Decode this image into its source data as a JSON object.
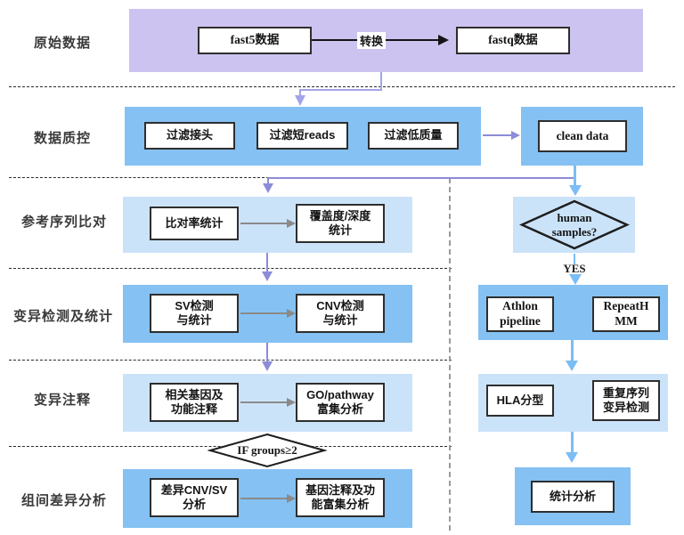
{
  "row1": {
    "label": "原始数据",
    "source": "fast5数据",
    "edge_label": "转换",
    "target": "fastq数据"
  },
  "row2": {
    "label": "数据质控",
    "steps": [
      "过滤接头",
      "过滤短reads",
      "过滤低质量"
    ],
    "output": "clean data"
  },
  "row3": {
    "label": "参考序列比对",
    "nodes": [
      "比对率统计",
      "覆盖度/深度\n统计"
    ]
  },
  "row4": {
    "label": "变异检测及统计",
    "nodes": [
      "SV检测\n与统计",
      "CNV检测\n与统计"
    ]
  },
  "row5": {
    "label": "变异注释",
    "nodes": [
      "相关基因及\n功能注释",
      "GO/pathway\n富集分析"
    ]
  },
  "condition": "IF groups≥2",
  "row6": {
    "label": "组间差异分析",
    "nodes": [
      "差异CNV/SV\n分析",
      "基因注释及功\n能富集分析"
    ]
  },
  "right": {
    "decision": "human\nsamples?",
    "yes": "YES",
    "tools": [
      "Athlon\npipeline",
      "RepeatH\nMM"
    ],
    "typing": [
      "HLA分型",
      "重复序列\n变异检测"
    ],
    "final": "统计分析"
  },
  "colors": {
    "raw_band": "#cdc3f1",
    "qc_band": "#85c1f2",
    "light_band": "#cbe3f9",
    "purple_arrow": "#8c8cd8",
    "blue_arrow": "#7bbdf4",
    "gray_arrow": "#8a8a8a"
  }
}
